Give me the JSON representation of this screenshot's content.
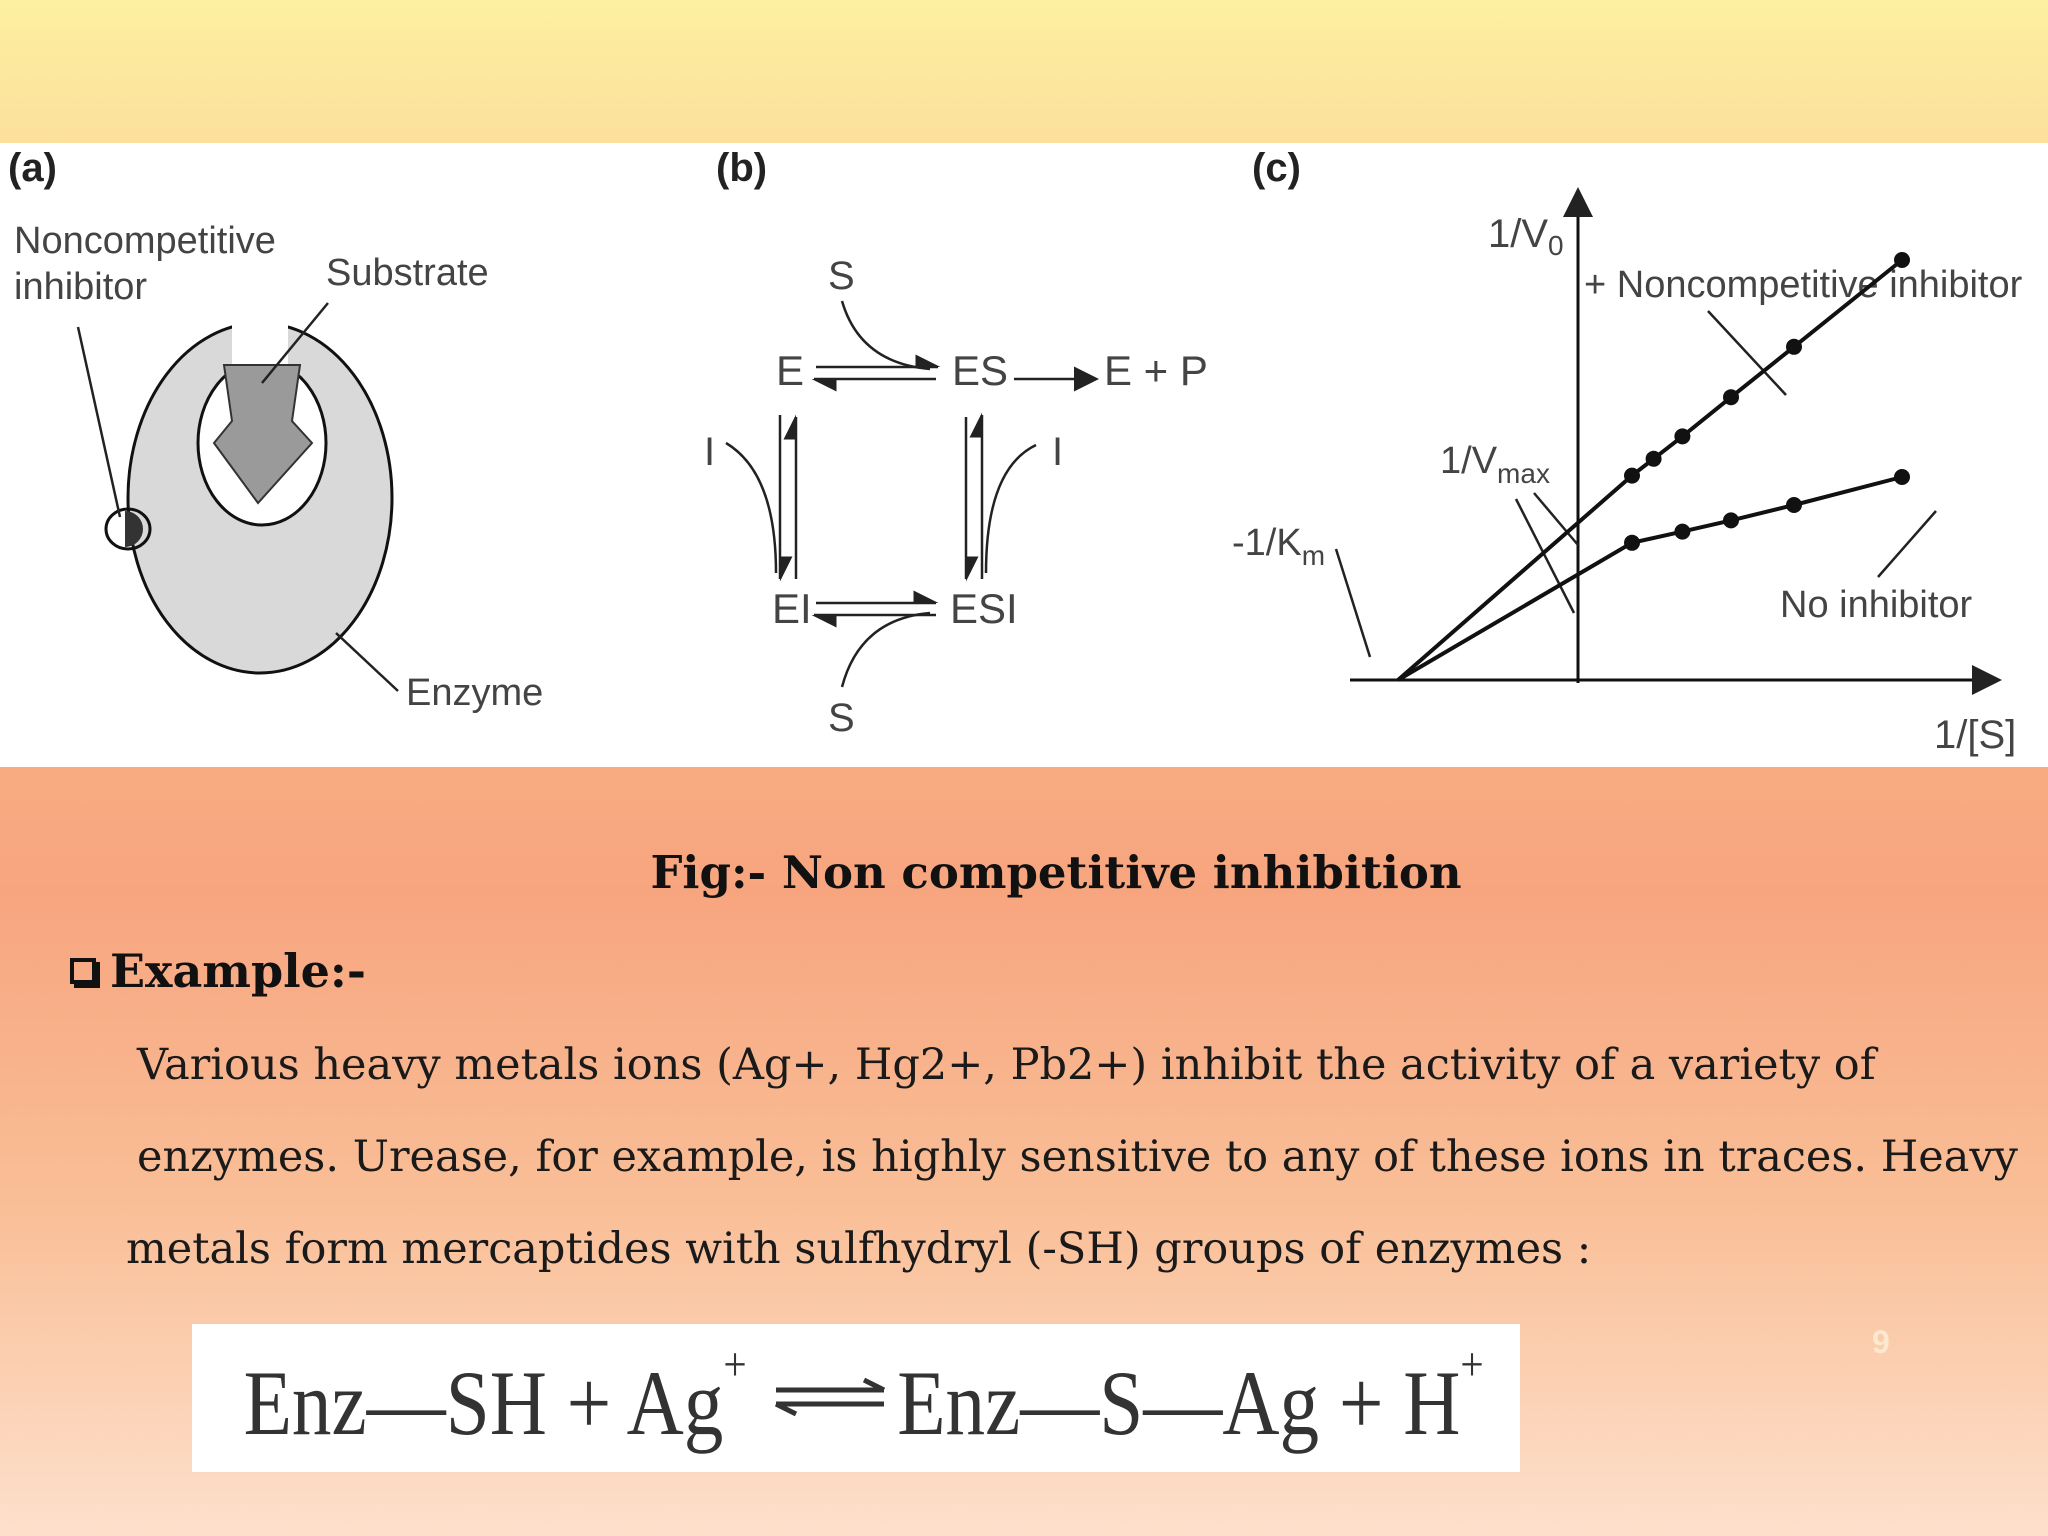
{
  "figure": {
    "panel_a": {
      "letter": "(a)",
      "inhibitor_label_line1": "Noncompetitive",
      "inhibitor_label_line2": "inhibitor",
      "substrate_label": "Substrate",
      "enzyme_label": "Enzyme"
    },
    "panel_b": {
      "letter": "(b)",
      "e": "E",
      "es": "ES",
      "ep": "E + P",
      "ei": "EI",
      "esi": "ESI",
      "s_top": "S",
      "s_bottom": "S",
      "i_left": "I",
      "i_right": "I"
    },
    "panel_c": {
      "letter": "(c)",
      "y_axis": "1/V",
      "y_axis_sub": "0",
      "x_axis": "1/[S]",
      "vmax_label": "1/V",
      "vmax_sub": "max",
      "km_label": "-1/K",
      "km_sub": "m",
      "inhibitor_series": "+ Noncompetitive inhibitor",
      "no_inhibitor_series": "No inhibitor"
    }
  },
  "chart_data": {
    "type": "line",
    "xlabel": "1/[S]",
    "ylabel": "1/V0",
    "series": [
      {
        "name": "+ Noncompetitive inhibitor",
        "x": [
          -1,
          0.3,
          0.42,
          0.58,
          0.85,
          1.2,
          1.8
        ],
        "y": [
          0,
          1.46,
          1.58,
          1.74,
          2.02,
          2.38,
          3.0
        ]
      },
      {
        "name": "No inhibitor",
        "x": [
          -1,
          0.3,
          0.58,
          0.85,
          1.2,
          1.8
        ],
        "y": [
          0,
          0.98,
          1.06,
          1.14,
          1.25,
          1.45
        ]
      }
    ]
  },
  "caption": "Fig:- Non competitive inhibition",
  "example_heading": "Example:-",
  "body": {
    "line1": "Various heavy metals ions (Ag+, Hg2+, Pb2+) inhibit the activity of a variety of",
    "line2": "enzymes. Urease, for example, is highly sensitive to any of these ions in traces. Heavy",
    "line3": "metals form mercaptides with sulfhydryl (-SH) groups of enzymes :"
  },
  "equation": {
    "left": "Enz—SH + Ag",
    "left_sup": "+",
    "right": "Enz—S—Ag + H",
    "right_sup": "+"
  },
  "page_number": "9",
  "colors": {
    "enzyme_fill": "#d9d9d9",
    "substrate_fill": "#9a9a9a",
    "inhibitor_fill": "#333333",
    "line_color": "#111111"
  }
}
